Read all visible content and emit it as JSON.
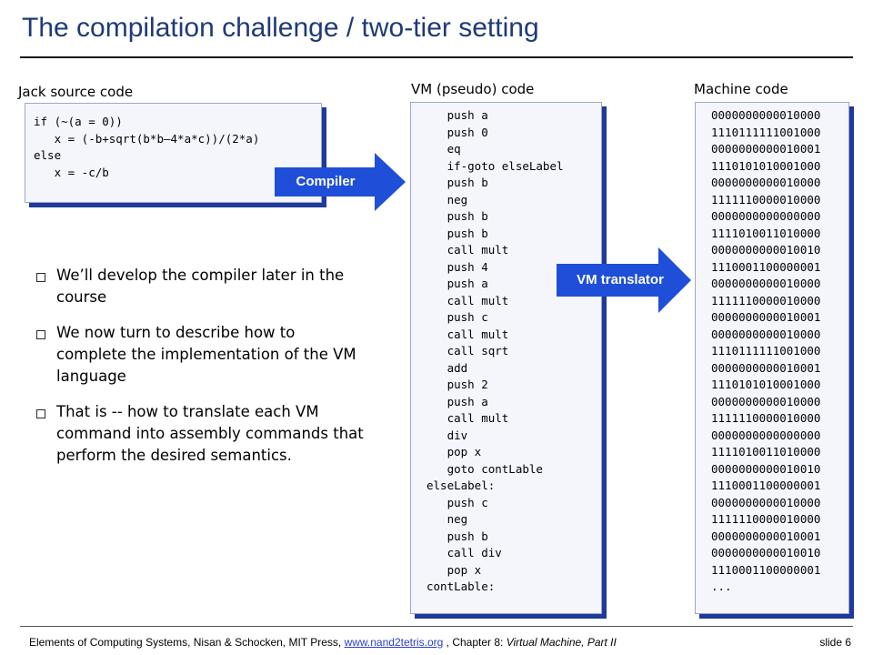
{
  "title": "The compilation challenge / two-tier setting",
  "labels": {
    "jack": "Jack source code",
    "vm": "VM (pseudo) code",
    "machine": "Machine code"
  },
  "code": {
    "jack": "if (~(a = 0))\n   x = (-b+sqrt(b*b–4*a*c))/(2*a)\nelse\n   x = -c/b",
    "vm": "   push a\n   push 0\n   eq\n   if-goto elseLabel\n   push b\n   neg\n   push b\n   push b\n   call mult\n   push 4\n   push a\n   call mult\n   push c\n   call mult\n   call sqrt\n   add\n   push 2\n   push a\n   call mult\n   div\n   pop x\n   goto contLable\nelseLabel:\n   push c\n   neg\n   push b\n   call div\n   pop x\ncontLable:",
    "machine": "0000000000010000\n1110111111001000\n0000000000010001\n1110101010001000\n0000000000010000\n1111110000010000\n0000000000000000\n1111010011010000\n0000000000010010\n1110001100000001\n0000000000010000\n1111110000010000\n0000000000010001\n0000000000010000\n1110111111001000\n0000000000010001\n1110101010001000\n0000000000010000\n1111110000010000\n0000000000000000\n1111010011010000\n0000000000010010\n1110001100000001\n0000000000010000\n1111110000010000\n0000000000010001\n0000000000010010\n1110001100000001\n..."
  },
  "arrows": {
    "compiler": "Compiler",
    "vm_translator": "VM translator"
  },
  "bullets": [
    "We’ll develop the compiler later in the course",
    "We now turn to describe how to complete the implementation of the VM language",
    "That is -- how to translate each VM command into assembly commands that perform the desired semantics."
  ],
  "footer": {
    "prefix": "Elements of Computing Systems, Nisan & Schocken, MIT Press, ",
    "link": "www.nand2tetris.org",
    "middle": " , Chapter 8: ",
    "italic": "Virtual Machine, Part II",
    "slide": "slide 6"
  },
  "colors": {
    "title": "#1f3a78",
    "arrow": "#1f4fd8",
    "box_shadow": "#1f3a9a",
    "box_face": "#f4f6fc"
  }
}
